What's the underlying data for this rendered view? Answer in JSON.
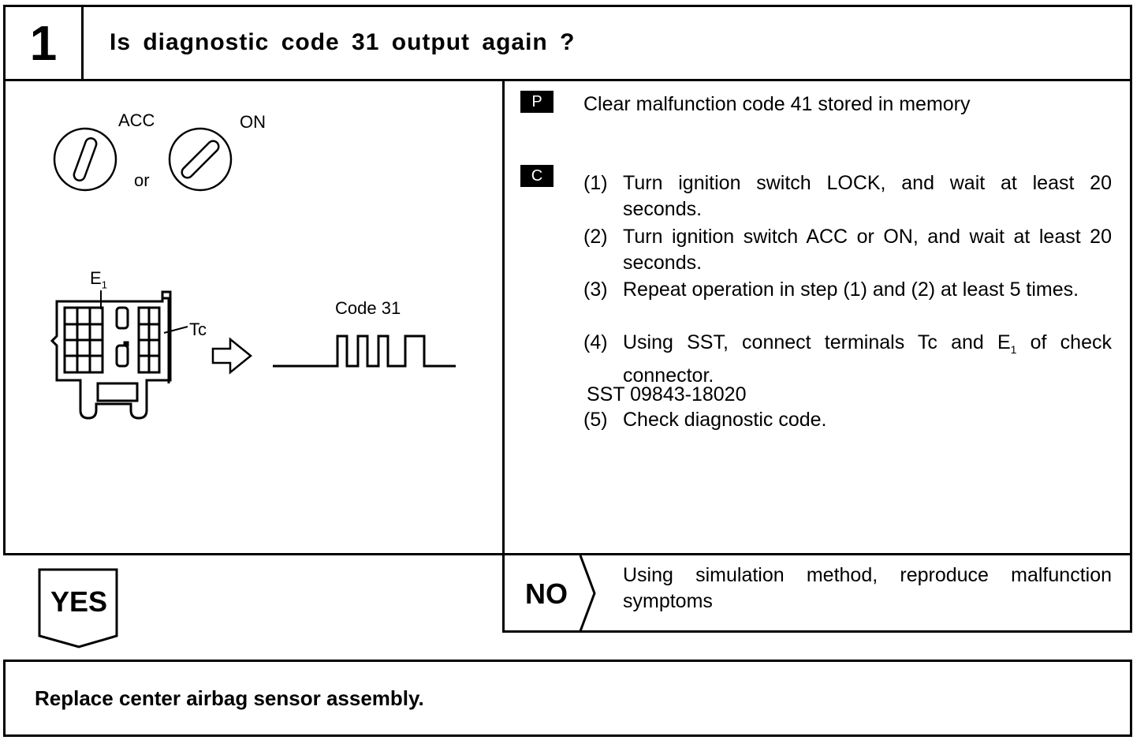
{
  "step": {
    "number": "1",
    "question": "Is diagnostic code 31 output again ?"
  },
  "diagram": {
    "acc_label": "ACC",
    "on_label": "ON",
    "or_label": "or",
    "e1_label": "E",
    "e1_sub": "1",
    "tc_label": "Tc",
    "code_label": "Code 31"
  },
  "procedure": {
    "p_tag": "P",
    "p_text": "Clear malfunction code 41 stored in memory",
    "c_tag": "C",
    "steps": [
      {
        "num": "(1)",
        "text": "Turn ignition switch LOCK, and wait at least 20 seconds."
      },
      {
        "num": "(2)",
        "text": "Turn ignition switch ACC or ON, and wait at least 20 seconds."
      },
      {
        "num": "(3)",
        "text": "Repeat operation in step (1) and (2) at least 5 times."
      },
      {
        "num": "(4)",
        "text": "Using SST, connect terminals Tc and E",
        "sub": "1",
        "text_after": " of check connector."
      }
    ],
    "sst": "SST 09843-18020",
    "step5": {
      "num": "(5)",
      "text": "Check diagnostic code."
    }
  },
  "yes_label": "YES",
  "no_label": "NO",
  "no_text": "Using simulation method, reproduce malfunction symptoms",
  "result_text": "Replace center airbag sensor assembly."
}
